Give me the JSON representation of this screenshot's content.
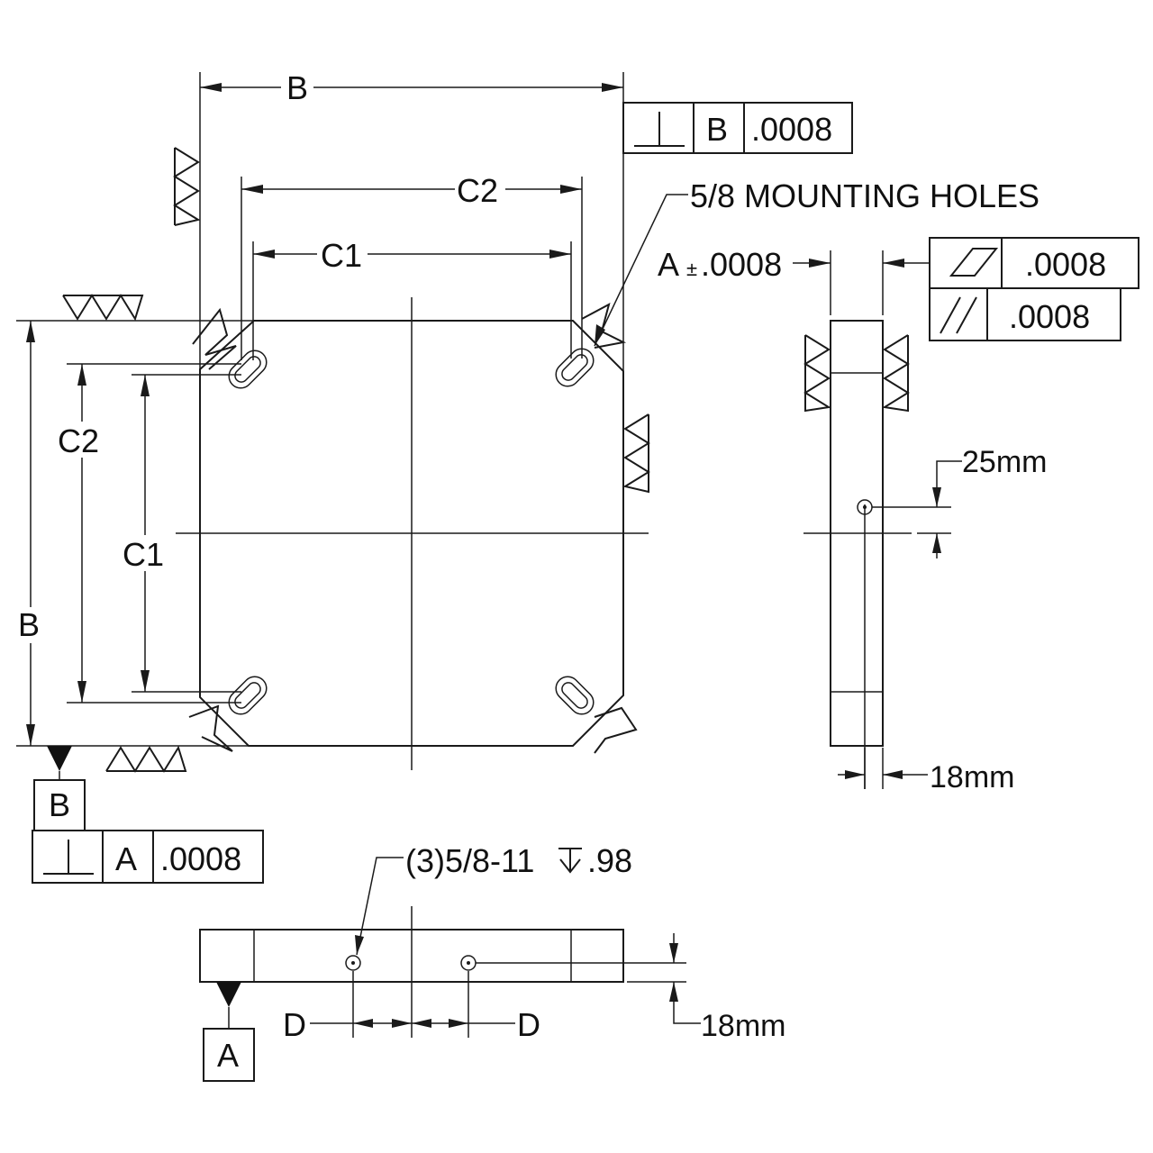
{
  "dimensions": {
    "top_width": "B",
    "top_c2": "C2",
    "top_c1": "C1",
    "left_c2": "C2",
    "left_c1": "C1",
    "left_height": "B",
    "side_hole_offset": "25mm",
    "side_thickness": "18mm",
    "bottom_thickness": "18mm",
    "bottom_d_left": "D",
    "bottom_d_right": "D"
  },
  "callouts": {
    "mounting_holes": "5/8 MOUNTING HOLES",
    "tapped_holes": "(3)5/8-11",
    "tapped_depth": ".98",
    "thickness_tolerance_datum": "A",
    "thickness_tolerance_pm": "±",
    "thickness_tolerance_value": ".0008"
  },
  "frames": {
    "perp_top": {
      "datum": "B",
      "tolerance": ".0008"
    },
    "flatness": {
      "tolerance": ".0008"
    },
    "parallelism": {
      "tolerance": ".0008"
    },
    "perp_bottom": {
      "datum": "A",
      "tolerance": ".0008"
    }
  },
  "datums": {
    "bottom_left": "B",
    "bottom_view": "A"
  },
  "icons": [
    "perpendicularity-icon",
    "flatness-icon",
    "parallelism-icon",
    "depth-icon",
    "machining-mark-icon",
    "datum-triangle-icon"
  ]
}
